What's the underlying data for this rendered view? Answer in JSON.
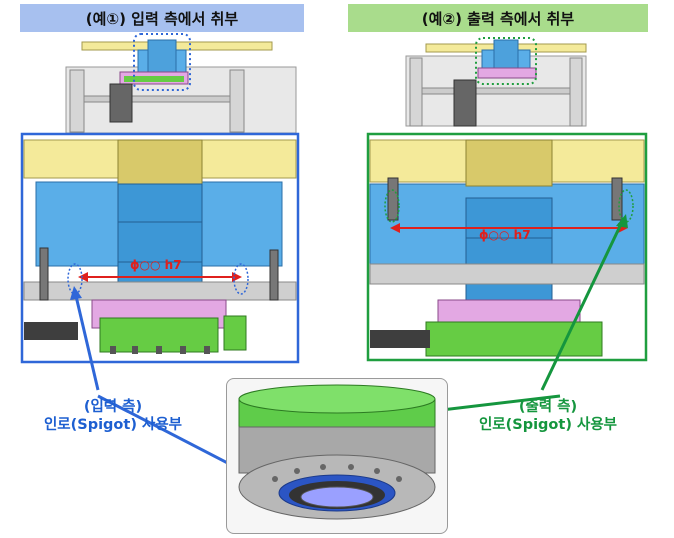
{
  "headers": {
    "left": "(예①) 입력 측에서 취부",
    "right": "(예②) 출력 측에서 취부"
  },
  "dimension": {
    "left": "ϕ○○ h7",
    "right": "ϕ○○ h7"
  },
  "callouts": {
    "left_line1": "(입력 측)",
    "left_line2": "인로(Spigot) 사용부",
    "right_line1": "(출력 측)",
    "right_line2": "인로(Spigot) 사용부"
  },
  "colors": {
    "left_frame": "#2f67d8",
    "right_frame": "#1f9e3f",
    "dimension_arrow": "#e0201c",
    "yellow_plate": "#f4ea9a",
    "blue_housing": "#5aaee8",
    "green_ring": "#66cc44",
    "pink_flange": "#e3a8e3"
  }
}
